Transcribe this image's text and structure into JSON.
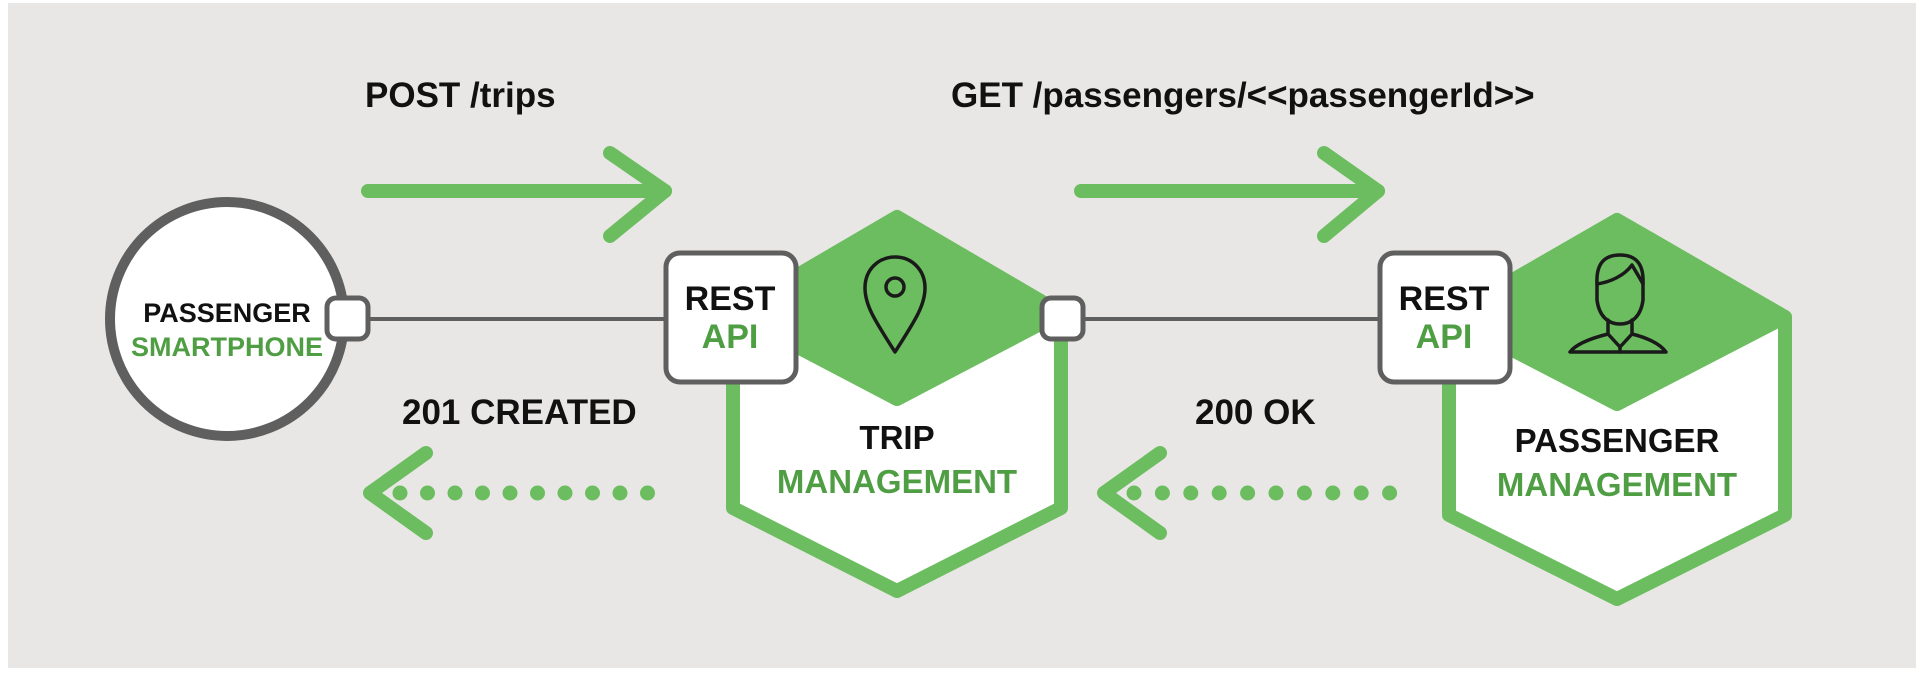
{
  "colors": {
    "background": "#e8e7e5",
    "green": "#6cbd5f",
    "green_text": "#4f9e44",
    "dark": "#5f5f5f",
    "text": "#111111",
    "white": "#ffffff"
  },
  "passenger_smartphone": {
    "line1": "PASSENGER",
    "line2": "SMARTPHONE"
  },
  "trip_service": {
    "api_line1": "REST",
    "api_line2": "API",
    "name_line1": "TRIP",
    "name_line2": "MANAGEMENT",
    "icon": "map-pin-icon"
  },
  "passenger_service": {
    "api_line1": "REST",
    "api_line2": "API",
    "name_line1": "PASSENGER",
    "name_line2": "MANAGEMENT",
    "icon": "person-icon"
  },
  "requests": {
    "post_trips": "POST /trips",
    "get_passenger": "GET /passengers/<<passengerId>>"
  },
  "responses": {
    "created": "201 CREATED",
    "ok": "200 OK"
  }
}
